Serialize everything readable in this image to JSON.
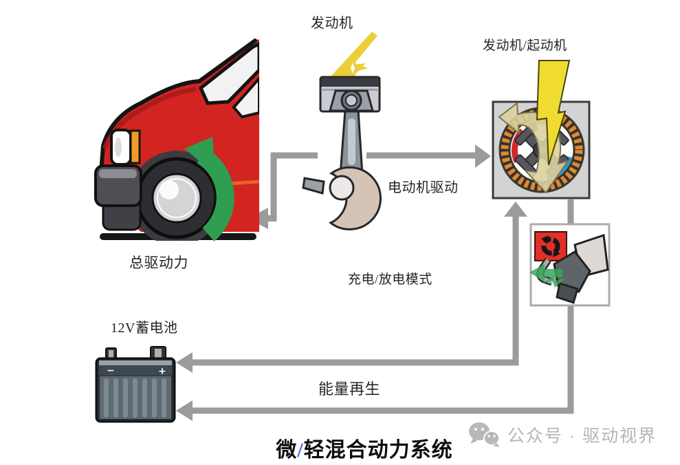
{
  "title": {
    "pre": "微",
    "slash": "/",
    "post": "轻混合动力系统"
  },
  "labels": {
    "engine": "发动机",
    "starter_generator": "发动机/起动机",
    "motor_drive": "电动机驱动",
    "total_drive_force": "总驱动力",
    "charge_discharge_mode": "充电/放电模式",
    "battery_12v": "12V蓄电池",
    "energy_regeneration": "能量再生"
  },
  "battery": {
    "minus_terminal": "−",
    "plus_terminal": "+"
  },
  "watermark": {
    "source_label": "公众号 · 驱动视界"
  },
  "colors": {
    "car-red": "#d22420",
    "car-shadow-red": "#a51b1b",
    "stripe-orange": "#e8622e",
    "arrow-gray": "#9b9b9b",
    "wheel-green": "#2f9e50",
    "spark-yellow": "#ecce38",
    "bolt-yellow": "#f0dc30",
    "khaki-arrow": "#dcd29e",
    "motor-coil-orange": "#e0872f",
    "motor-arc-red": "#d42828",
    "motor-arc-orange": "#e8882a",
    "motor-arc-blue": "#2a9ad4",
    "battery-slate": "#5d6a72",
    "pedal-red": "#e03028",
    "regen-green": "#3aa45a",
    "crank-tan": "#d5c4b6",
    "watermark-gray": "#b5b5b5"
  }
}
